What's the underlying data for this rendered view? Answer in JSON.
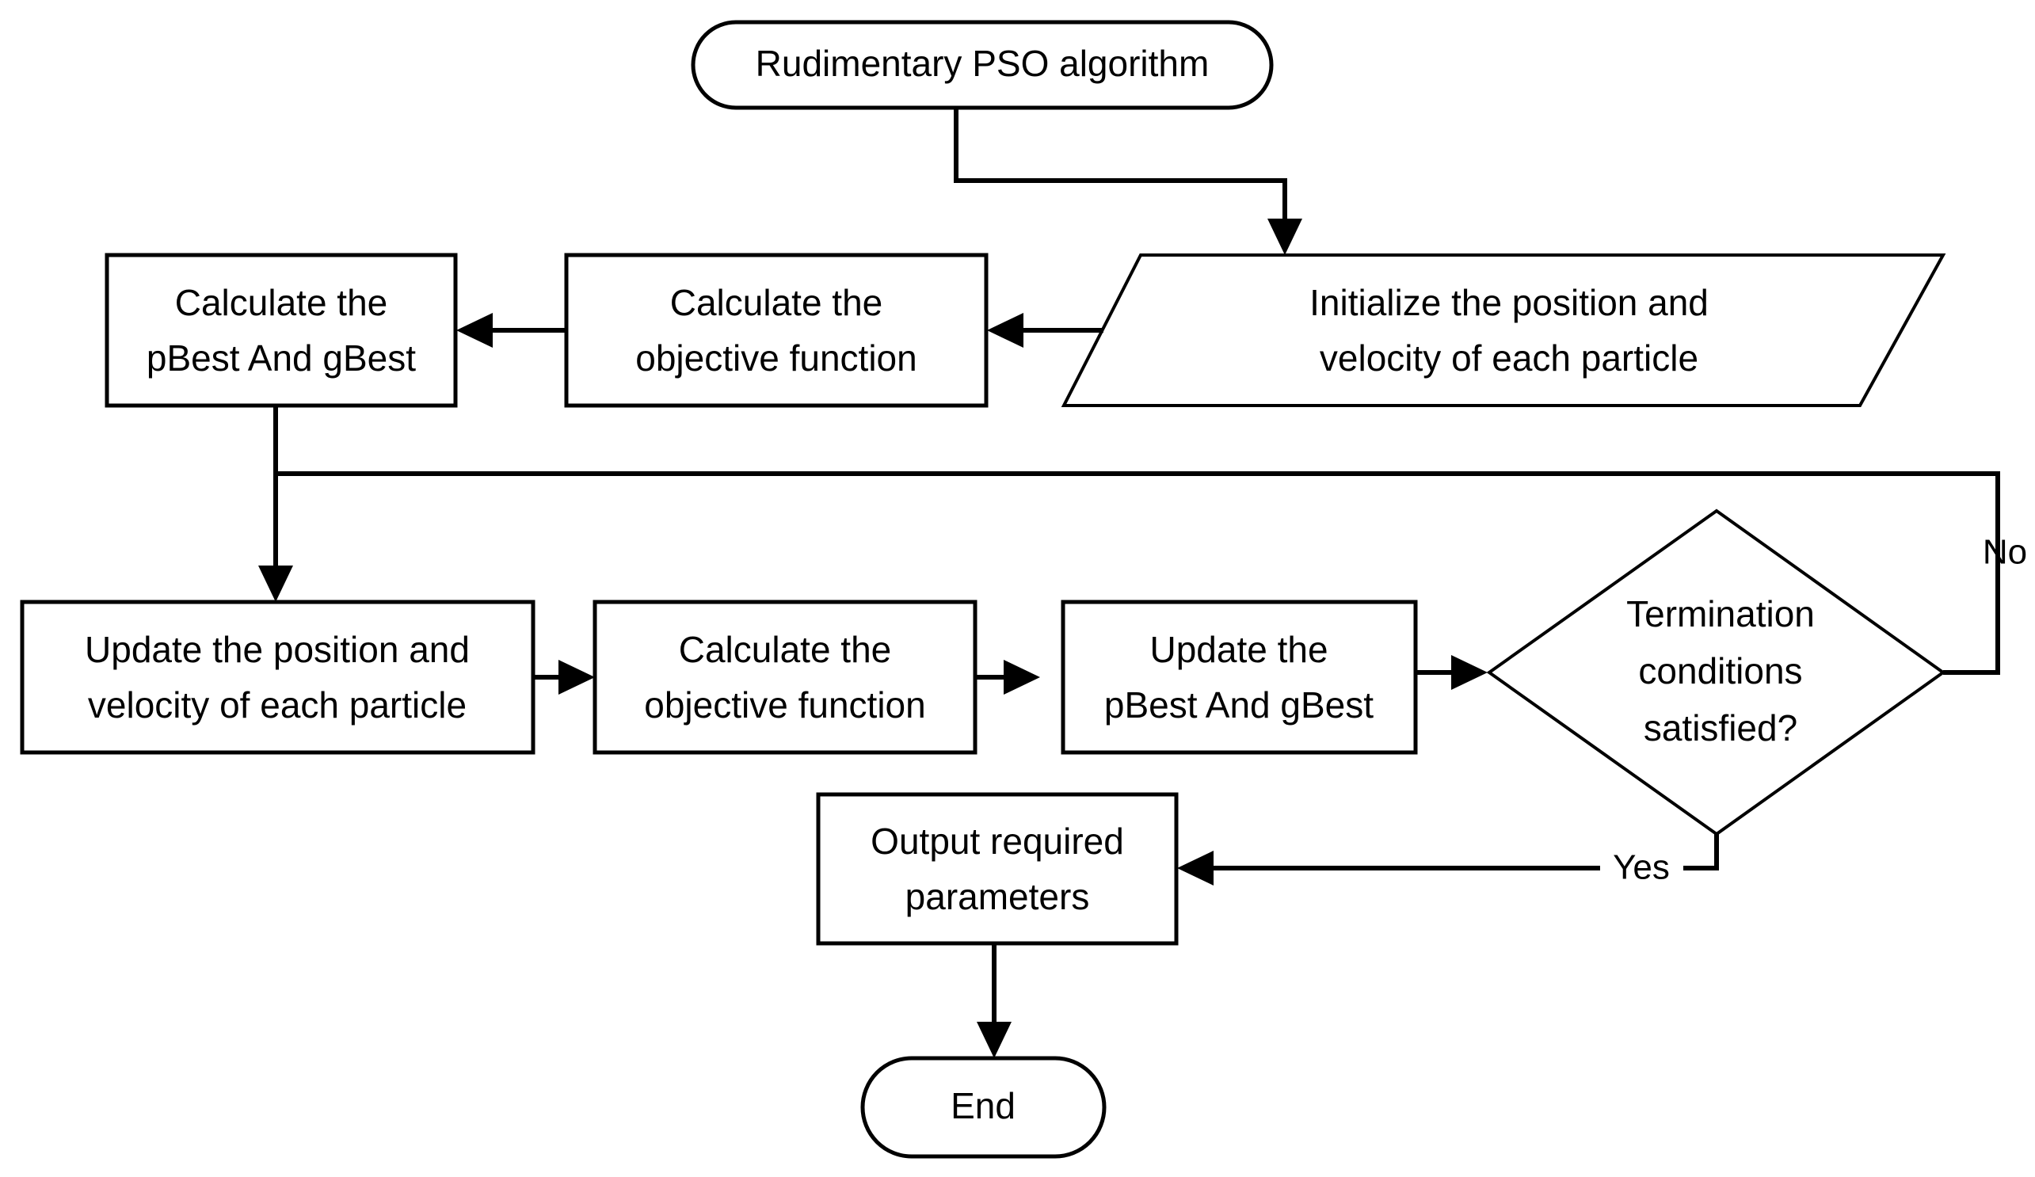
{
  "diagram": {
    "title": "Rudimentary PSO algorithm flowchart",
    "background_color": "#ffffff",
    "stroke_color": "#000000",
    "nodes": {
      "start": {
        "label": "Rudimentary PSO algorithm",
        "shape": "stadium"
      },
      "calc_pbest_gbest_top": {
        "label_line1": "Calculate the",
        "label_line2": "pBest And gBest",
        "shape": "rectangle"
      },
      "calc_objective_top": {
        "label_line1": "Calculate the",
        "label_line2": "objective function",
        "shape": "rectangle"
      },
      "initialize": {
        "label_line1": "Initialize the position and",
        "label_line2": "velocity of each particle",
        "shape": "parallelogram"
      },
      "update_pos_vel": {
        "label_line1": "Update the position and",
        "label_line2": "velocity of each particle",
        "shape": "rectangle"
      },
      "calc_objective_bottom": {
        "label_line1": "Calculate the",
        "label_line2": "objective function",
        "shape": "rectangle"
      },
      "update_pbest_gbest": {
        "label_line1": "Update the",
        "label_line2": "pBest And gBest",
        "shape": "rectangle"
      },
      "termination": {
        "label_line1": "Termination",
        "label_line2": "conditions",
        "label_line3": "satisfied?",
        "shape": "diamond"
      },
      "output": {
        "label_line1": "Output required",
        "label_line2": "parameters",
        "shape": "rectangle"
      },
      "end": {
        "label": "End",
        "shape": "stadium"
      }
    },
    "edge_labels": {
      "no": "No",
      "yes": "Yes"
    }
  }
}
